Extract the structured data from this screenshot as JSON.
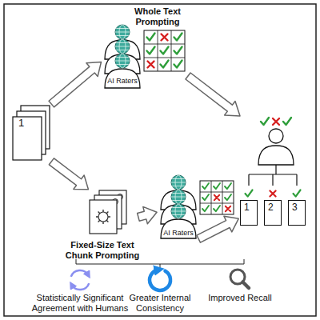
{
  "diagram": {
    "nodes": [
      {
        "text": [
          "1"
        ]
      },
      {
        "text": [
          "AI Raters"
        ]
      },
      {
        "text": [
          "Fixed-Size Text Chunk Prompting"
        ]
      },
      {
        "text": [
          "AI Raters"
        ]
      },
      {
        "text": [
          "1"
        ]
      },
      {
        "text": [
          "2"
        ]
      },
      {
        "text": [
          "3"
        ]
      }
    ],
    "edges": [
      {
        "from": 0,
        "to": 1,
        "arrow": "to"
      },
      {
        "from": 0,
        "to": 2,
        "arrow": "to"
      },
      {
        "from": 2,
        "to": 3,
        "arrow": "to"
      },
      {
        "from": 3,
        "to": 4,
        "arrow": "to"
      }
    ],
    "labels": [
      "Whole Text Prompting",
      "Statistically Significant Agreement with Humans",
      "Greater Internal Consistency",
      "Improved Recall"
    ]
  }
}
